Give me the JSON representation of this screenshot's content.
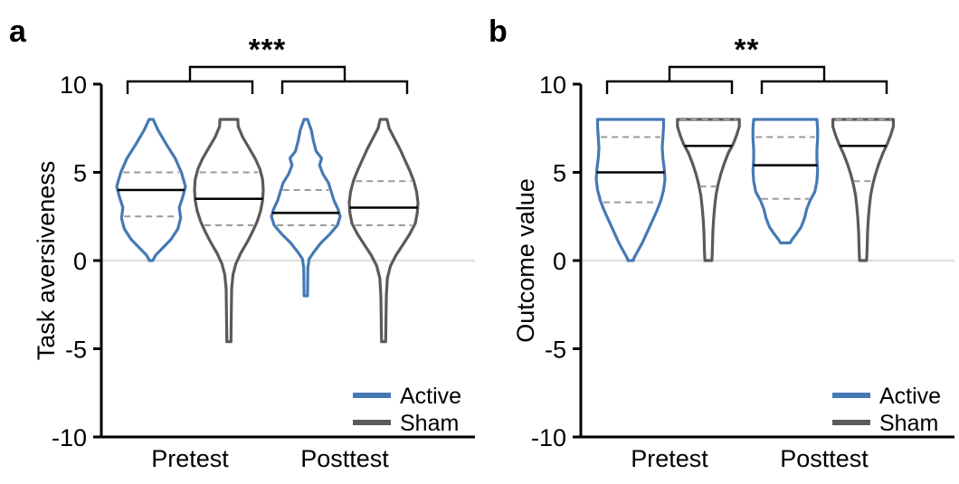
{
  "figure": {
    "background": "#ffffff",
    "panels": [
      {
        "letter": "a",
        "ylabel": "Task aversiveness",
        "significance": "***"
      },
      {
        "letter": "b",
        "ylabel": "Outcome value",
        "significance": "**"
      }
    ]
  },
  "colors": {
    "active": "#4579b4",
    "sham": "#5a5a5a",
    "axis": "#000000",
    "zero_line": "#e0e0e0",
    "median": "#000000",
    "quartile": "#9a9a9a"
  },
  "legend": {
    "position": "bottom-right",
    "items": [
      {
        "label": "Active",
        "color": "#4579b4"
      },
      {
        "label": "Sham",
        "color": "#5a5a5a"
      }
    ]
  },
  "axis": {
    "y_ticks": [
      "10",
      "5",
      "0",
      "-5",
      "-10"
    ],
    "y_tick_values": [
      10,
      5,
      0,
      -5,
      -10
    ],
    "ylim": [
      -10,
      10
    ],
    "x_categories": [
      "Pretest",
      "Posttest"
    ]
  },
  "chart_data": [
    {
      "type": "violin",
      "title": "a",
      "xlabel": "",
      "ylabel": "Task aversiveness",
      "ylim": [
        -10,
        10
      ],
      "yticks": [
        10,
        5,
        0,
        -5,
        -10
      ],
      "grid": false,
      "legend_position": "lower right",
      "annotations": [
        {
          "text": "***",
          "comparison": "Pretest vs Posttest",
          "type": "significance-bracket"
        }
      ],
      "categories": [
        "Pretest",
        "Posttest"
      ],
      "series": [
        {
          "name": "Active",
          "color": "#4579b4",
          "violins": [
            {
              "category": "Pretest",
              "median": 4.0,
              "q1": 2.5,
              "q3": 5.0,
              "min": 0.0,
              "max": 8.0,
              "density": [
                {
                  "v": 8.0,
                  "w": 0.06
                },
                {
                  "v": 7.4,
                  "w": 0.2
                },
                {
                  "v": 6.6,
                  "w": 0.44
                },
                {
                  "v": 5.8,
                  "w": 0.7
                },
                {
                  "v": 5.0,
                  "w": 0.88
                },
                {
                  "v": 4.2,
                  "w": 1.0
                },
                {
                  "v": 3.6,
                  "w": 0.92
                },
                {
                  "v": 3.0,
                  "w": 0.82
                },
                {
                  "v": 2.4,
                  "w": 0.86
                },
                {
                  "v": 1.8,
                  "w": 0.78
                },
                {
                  "v": 1.2,
                  "w": 0.58
                },
                {
                  "v": 0.7,
                  "w": 0.33
                },
                {
                  "v": 0.3,
                  "w": 0.13
                },
                {
                  "v": 0.0,
                  "w": 0.05
                }
              ]
            },
            {
              "category": "Posttest",
              "median": 2.7,
              "q1": 2.0,
              "q3": 4.0,
              "min": -2.0,
              "max": 8.0,
              "density": [
                {
                  "v": 8.0,
                  "w": 0.05
                },
                {
                  "v": 7.4,
                  "w": 0.16
                },
                {
                  "v": 6.8,
                  "w": 0.22
                },
                {
                  "v": 6.2,
                  "w": 0.3
                },
                {
                  "v": 5.8,
                  "w": 0.46
                },
                {
                  "v": 5.4,
                  "w": 0.4
                },
                {
                  "v": 4.9,
                  "w": 0.5
                },
                {
                  "v": 4.4,
                  "w": 0.66
                },
                {
                  "v": 3.9,
                  "w": 0.74
                },
                {
                  "v": 3.4,
                  "w": 0.82
                },
                {
                  "v": 2.9,
                  "w": 0.94
                },
                {
                  "v": 2.5,
                  "w": 1.0
                },
                {
                  "v": 2.0,
                  "w": 0.92
                },
                {
                  "v": 1.5,
                  "w": 0.7
                },
                {
                  "v": 1.0,
                  "w": 0.44
                },
                {
                  "v": 0.5,
                  "w": 0.24
                },
                {
                  "v": 0.1,
                  "w": 0.1
                },
                {
                  "v": -0.4,
                  "w": 0.06
                },
                {
                  "v": -2.0,
                  "w": 0.05
                }
              ]
            }
          ]
        },
        {
          "name": "Sham",
          "color": "#5a5a5a",
          "violins": [
            {
              "category": "Pretest",
              "median": 3.5,
              "q1": 2.0,
              "q3": 5.0,
              "min": -4.6,
              "max": 8.0,
              "density": [
                {
                  "v": 8.0,
                  "w": 0.26
                },
                {
                  "v": 7.6,
                  "w": 0.27
                },
                {
                  "v": 7.0,
                  "w": 0.4
                },
                {
                  "v": 6.4,
                  "w": 0.58
                },
                {
                  "v": 5.8,
                  "w": 0.76
                },
                {
                  "v": 5.2,
                  "w": 0.9
                },
                {
                  "v": 4.6,
                  "w": 0.98
                },
                {
                  "v": 4.0,
                  "w": 1.0
                },
                {
                  "v": 3.4,
                  "w": 0.98
                },
                {
                  "v": 2.8,
                  "w": 0.92
                },
                {
                  "v": 2.2,
                  "w": 0.82
                },
                {
                  "v": 1.6,
                  "w": 0.68
                },
                {
                  "v": 1.0,
                  "w": 0.52
                },
                {
                  "v": 0.4,
                  "w": 0.34
                },
                {
                  "v": -0.2,
                  "w": 0.2
                },
                {
                  "v": -0.8,
                  "w": 0.12
                },
                {
                  "v": -1.6,
                  "w": 0.08
                },
                {
                  "v": -3.0,
                  "w": 0.07
                },
                {
                  "v": -4.6,
                  "w": 0.06
                }
              ]
            },
            {
              "category": "Posttest",
              "median": 3.0,
              "q1": 2.0,
              "q3": 4.5,
              "min": -4.6,
              "max": 8.0,
              "density": [
                {
                  "v": 8.0,
                  "w": 0.1
                },
                {
                  "v": 7.5,
                  "w": 0.16
                },
                {
                  "v": 6.9,
                  "w": 0.32
                },
                {
                  "v": 6.3,
                  "w": 0.48
                },
                {
                  "v": 5.7,
                  "w": 0.62
                },
                {
                  "v": 5.1,
                  "w": 0.76
                },
                {
                  "v": 4.5,
                  "w": 0.88
                },
                {
                  "v": 3.9,
                  "w": 0.96
                },
                {
                  "v": 3.3,
                  "w": 1.0
                },
                {
                  "v": 2.7,
                  "w": 0.98
                },
                {
                  "v": 2.1,
                  "w": 0.92
                },
                {
                  "v": 1.5,
                  "w": 0.76
                },
                {
                  "v": 0.9,
                  "w": 0.56
                },
                {
                  "v": 0.3,
                  "w": 0.36
                },
                {
                  "v": -0.3,
                  "w": 0.2
                },
                {
                  "v": -1.0,
                  "w": 0.11
                },
                {
                  "v": -2.0,
                  "w": 0.08
                },
                {
                  "v": -3.2,
                  "w": 0.07
                },
                {
                  "v": -4.6,
                  "w": 0.06
                }
              ]
            }
          ]
        }
      ]
    },
    {
      "type": "violin",
      "title": "b",
      "xlabel": "",
      "ylabel": "Outcome value",
      "ylim": [
        -10,
        10
      ],
      "yticks": [
        10,
        5,
        0,
        -5,
        -10
      ],
      "grid": false,
      "legend_position": "lower right",
      "annotations": [
        {
          "text": "**",
          "comparison": "Pretest vs Posttest",
          "type": "significance-bracket"
        }
      ],
      "categories": [
        "Pretest",
        "Posttest"
      ],
      "series": [
        {
          "name": "Active",
          "color": "#4579b4",
          "violins": [
            {
              "category": "Pretest",
              "median": 5.0,
              "q1": 3.3,
              "q3": 7.0,
              "min": 0.0,
              "max": 8.0,
              "density": [
                {
                  "v": 8.0,
                  "w": 0.96
                },
                {
                  "v": 7.6,
                  "w": 0.96
                },
                {
                  "v": 7.0,
                  "w": 0.94
                },
                {
                  "v": 6.4,
                  "w": 0.92
                },
                {
                  "v": 5.8,
                  "w": 0.94
                },
                {
                  "v": 5.2,
                  "w": 0.98
                },
                {
                  "v": 4.6,
                  "w": 1.0
                },
                {
                  "v": 4.0,
                  "w": 0.96
                },
                {
                  "v": 3.4,
                  "w": 0.88
                },
                {
                  "v": 2.8,
                  "w": 0.76
                },
                {
                  "v": 2.2,
                  "w": 0.62
                },
                {
                  "v": 1.6,
                  "w": 0.48
                },
                {
                  "v": 1.0,
                  "w": 0.34
                },
                {
                  "v": 0.5,
                  "w": 0.2
                },
                {
                  "v": 0.15,
                  "w": 0.1
                },
                {
                  "v": 0.0,
                  "w": 0.08
                }
              ]
            },
            {
              "category": "Posttest",
              "median": 5.4,
              "q1": 3.5,
              "q3": 7.0,
              "min": 1.0,
              "max": 8.0,
              "density": [
                {
                  "v": 8.0,
                  "w": 0.92
                },
                {
                  "v": 7.5,
                  "w": 0.94
                },
                {
                  "v": 6.9,
                  "w": 0.94
                },
                {
                  "v": 6.3,
                  "w": 0.92
                },
                {
                  "v": 5.7,
                  "w": 0.92
                },
                {
                  "v": 5.1,
                  "w": 0.94
                },
                {
                  "v": 4.5,
                  "w": 0.92
                },
                {
                  "v": 3.9,
                  "w": 0.86
                },
                {
                  "v": 3.4,
                  "w": 0.72
                },
                {
                  "v": 2.9,
                  "w": 0.62
                },
                {
                  "v": 2.4,
                  "w": 0.56
                },
                {
                  "v": 1.9,
                  "w": 0.46
                },
                {
                  "v": 1.5,
                  "w": 0.32
                },
                {
                  "v": 1.2,
                  "w": 0.2
                },
                {
                  "v": 1.0,
                  "w": 0.14
                }
              ]
            }
          ]
        },
        {
          "name": "Sham",
          "color": "#5a5a5a",
          "violins": [
            {
              "category": "Pretest",
              "median": 6.5,
              "q1": 4.2,
              "q3": 8.0,
              "min": 0.0,
              "max": 8.0,
              "density": [
                {
                  "v": 8.0,
                  "w": 0.9
                },
                {
                  "v": 7.6,
                  "w": 0.9
                },
                {
                  "v": 7.1,
                  "w": 0.82
                },
                {
                  "v": 6.6,
                  "w": 0.72
                },
                {
                  "v": 6.1,
                  "w": 0.58
                },
                {
                  "v": 5.5,
                  "w": 0.46
                },
                {
                  "v": 4.9,
                  "w": 0.36
                },
                {
                  "v": 4.3,
                  "w": 0.28
                },
                {
                  "v": 3.7,
                  "w": 0.22
                },
                {
                  "v": 3.0,
                  "w": 0.18
                },
                {
                  "v": 2.3,
                  "w": 0.15
                },
                {
                  "v": 1.6,
                  "w": 0.13
                },
                {
                  "v": 0.9,
                  "w": 0.12
                },
                {
                  "v": 0.3,
                  "w": 0.11
                },
                {
                  "v": 0.0,
                  "w": 0.1
                }
              ]
            },
            {
              "category": "Posttest",
              "median": 6.5,
              "q1": 4.5,
              "q3": 8.0,
              "min": 0.0,
              "max": 8.0,
              "density": [
                {
                  "v": 8.0,
                  "w": 0.88
                },
                {
                  "v": 7.6,
                  "w": 0.88
                },
                {
                  "v": 7.1,
                  "w": 0.8
                },
                {
                  "v": 6.6,
                  "w": 0.7
                },
                {
                  "v": 6.1,
                  "w": 0.58
                },
                {
                  "v": 5.5,
                  "w": 0.46
                },
                {
                  "v": 4.9,
                  "w": 0.36
                },
                {
                  "v": 4.3,
                  "w": 0.28
                },
                {
                  "v": 3.7,
                  "w": 0.22
                },
                {
                  "v": 3.0,
                  "w": 0.18
                },
                {
                  "v": 2.3,
                  "w": 0.15
                },
                {
                  "v": 1.6,
                  "w": 0.13
                },
                {
                  "v": 0.9,
                  "w": 0.12
                },
                {
                  "v": 0.3,
                  "w": 0.11
                },
                {
                  "v": 0.0,
                  "w": 0.1
                }
              ]
            }
          ]
        }
      ]
    }
  ]
}
